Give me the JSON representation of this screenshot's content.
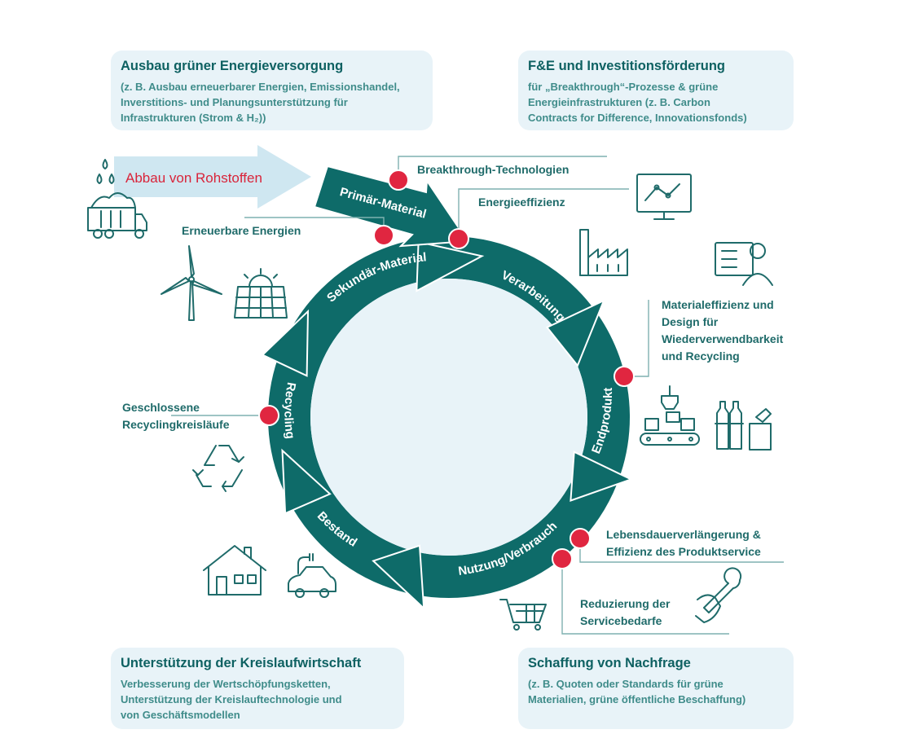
{
  "boxes": {
    "energy": {
      "title": "Ausbau grüner Energieversorgung",
      "text": "(z. B. Ausbau erneuerbarer Energien, Emissionshandel,\nInverstitions- und Planungsunterstützung für\nInfrastrukturen (Strom & H₂))"
    },
    "research": {
      "title": "F&E und Investitionsförderung",
      "text": "für „Breakthrough“-Prozesse & grüne\nEnergieinfrastrukturen (z. B. Carbon\nContracts for Difference, Innovationsfonds)"
    },
    "circular": {
      "title": "Unterstützung der Kreislaufwirtschaft",
      "text": "Verbesserung der Wertschöpfungsketten,\nUnterstützung der Kreislauftechnologie und\nvon Geschäftsmodellen"
    },
    "demand": {
      "title": "Schaffung von Nachfrage",
      "text": "(z. B. Quoten oder Standards für grüne\nMaterialien, grüne öffentliche Beschaffung)"
    }
  },
  "inflow": {
    "label": "Abbau von Rohstoffen"
  },
  "cycle": {
    "primaer": "Primär-Material",
    "sekundaer": "Sekundär-Material",
    "verarbeitung": "Verarbeitung",
    "endprodukt": "Endprodukt",
    "nutzung": "Nutzung/Verbrauch",
    "bestand": "Bestand",
    "recycling": "Recycling"
  },
  "levers": {
    "breakthrough": "Breakthrough-Technologien",
    "energieeffizienz": "Energieeffizienz",
    "erneuerbare": "Erneuerbare Energien",
    "materialeffizienz": "Materialeffizienz und\nDesign für\nWiederverwendbarkeit\nund Recycling",
    "geschlossene": "Geschlossene\nRecyclingkreisläufe",
    "lebensdauer": "Lebensdauerverlängerung &\nEffizienz des Produktservice",
    "reduzierung": "Reduzierung der\nServicebedarfe"
  },
  "colors": {
    "teal": "#0e6b69",
    "light_box": "#e8f3f8",
    "arrow_light": "#cfe7f1",
    "marker": "#e02640",
    "text": "#1f6b6a"
  },
  "icons": [
    "water-drops-icon",
    "dump-truck-icon",
    "wind-turbine-icon",
    "solar-panel-icon",
    "monitor-chart-icon",
    "factory-icon",
    "designer-workstation-icon",
    "robot-arm-conveyor-icon",
    "bottles-icon",
    "recycle-icon",
    "house-icon",
    "electric-car-icon",
    "shopping-cart-icon",
    "service-wrench-icon"
  ]
}
